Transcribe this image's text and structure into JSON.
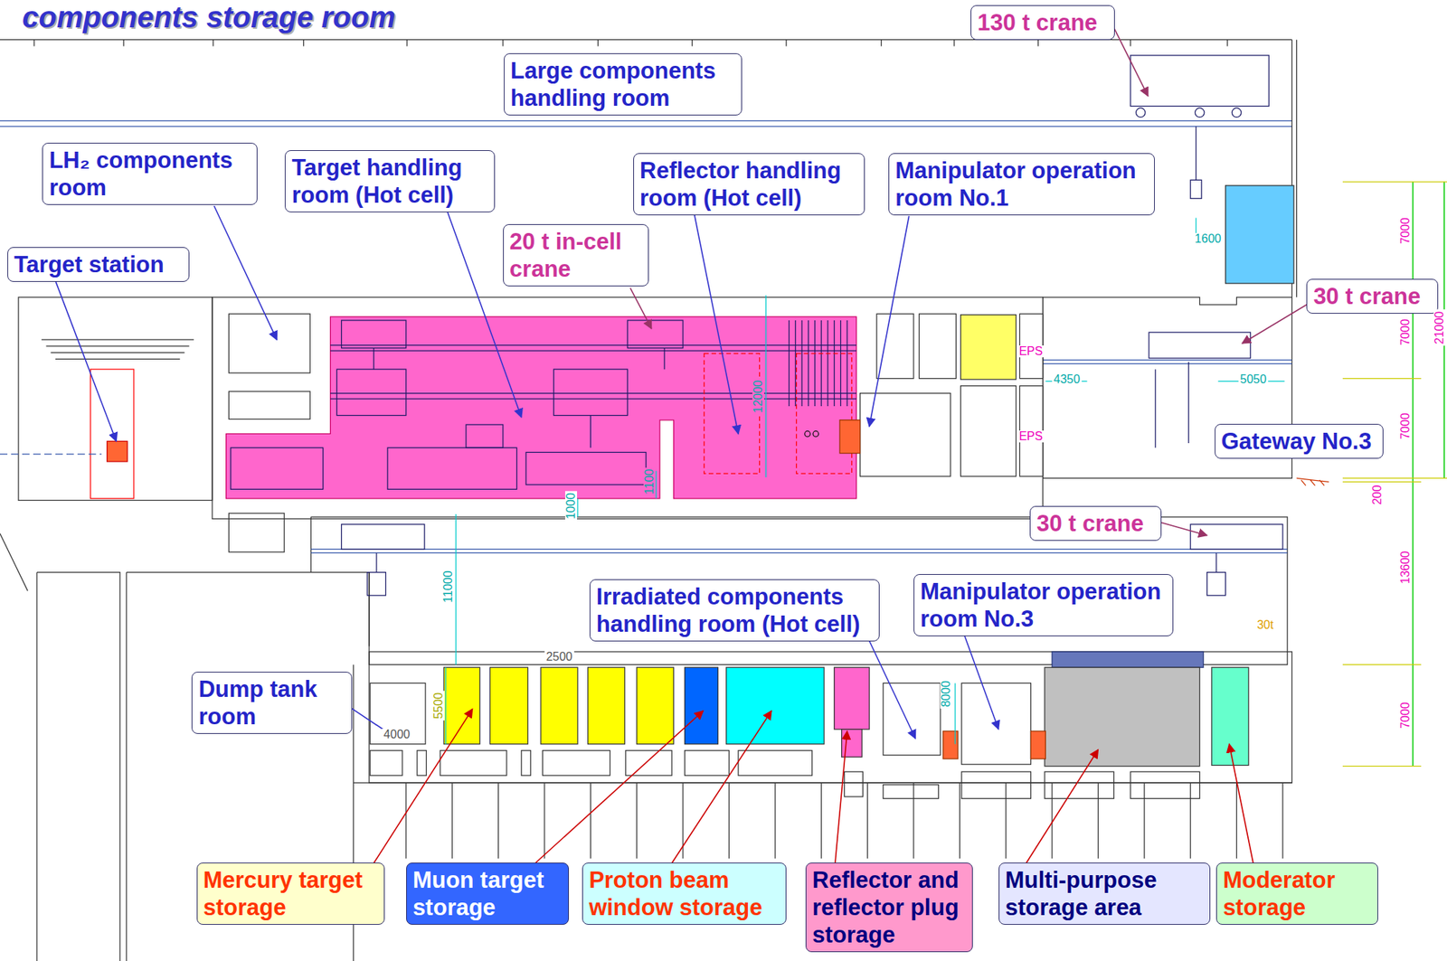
{
  "diagram": {
    "title": "components storage room",
    "nodes": [
      {
        "text": [
          "Large components handling room"
        ]
      },
      {
        "text": [
          "130 t crane"
        ]
      },
      {
        "text": [
          "LH₂ components room"
        ]
      },
      {
        "text": [
          "Target handling room (Hot cell)"
        ]
      },
      {
        "text": [
          "Reflector handling room (Hot cell)"
        ]
      },
      {
        "text": [
          "Manipulator operation room No.1"
        ]
      },
      {
        "text": [
          "20 t in-cell crane"
        ]
      },
      {
        "text": [
          "Target station"
        ]
      },
      {
        "text": [
          "30 t crane"
        ]
      },
      {
        "text": [
          "Gateway No.3"
        ]
      },
      {
        "text": [
          "30 t crane"
        ]
      },
      {
        "text": [
          "Irradiated components handling room (Hot cell)"
        ]
      },
      {
        "text": [
          "Manipulator operation room No.3"
        ]
      },
      {
        "text": [
          "Dump tank room"
        ]
      },
      {
        "text": [
          "Mercury target storage"
        ]
      },
      {
        "text": [
          "Muon target storage"
        ]
      },
      {
        "text": [
          "Proton beam window storage"
        ]
      },
      {
        "text": [
          "Reflector and reflector plug storage"
        ]
      },
      {
        "text": [
          "Multi-purpose storage area"
        ]
      },
      {
        "text": [
          "Moderator storage"
        ]
      }
    ],
    "labels": [
      "1600",
      "7000",
      "7000",
      "7000",
      "21000",
      "4350",
      "5050",
      "EPS",
      "EPS",
      "12000",
      "1100",
      "1000",
      "200",
      "13600",
      "11000",
      "30t",
      "2500",
      "5500",
      "8000",
      "4000",
      "7000"
    ]
  }
}
